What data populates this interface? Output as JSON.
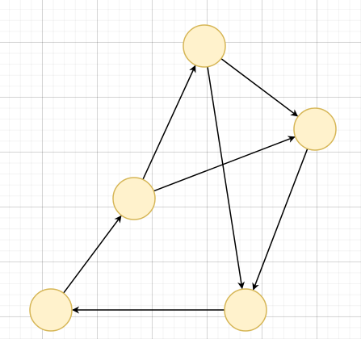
{
  "diagram": {
    "node_fill": "#fff2cc",
    "node_stroke": "#d6b656",
    "edge_color": "#000000",
    "nodes": [
      {
        "id": "node-top"
      },
      {
        "id": "node-right"
      },
      {
        "id": "node-middle"
      },
      {
        "id": "node-bottom-right"
      },
      {
        "id": "node-bottom-left"
      }
    ],
    "edges": [
      {
        "from": "node-top",
        "to": "node-right"
      },
      {
        "from": "node-top",
        "to": "node-bottom-right"
      },
      {
        "from": "node-middle",
        "to": "node-top"
      },
      {
        "from": "node-middle",
        "to": "node-right"
      },
      {
        "from": "node-right",
        "to": "node-bottom-right"
      },
      {
        "from": "node-bottom-right",
        "to": "node-bottom-left"
      },
      {
        "from": "node-bottom-left",
        "to": "node-middle"
      }
    ]
  }
}
